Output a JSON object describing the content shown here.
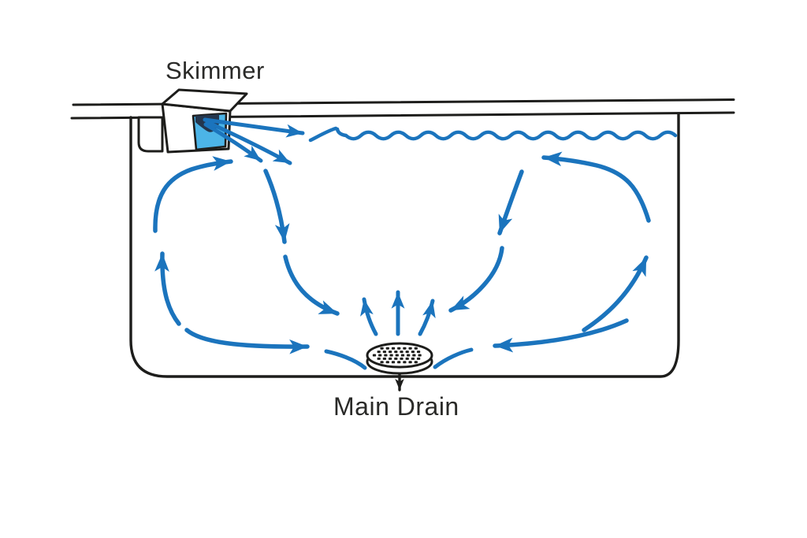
{
  "diagram": {
    "type": "pool-water-circulation-cross-section",
    "labels": {
      "skimmer": "Skimmer",
      "main_drain": "Main Drain"
    },
    "components": [
      "skimmer-box",
      "skimmer-opening",
      "skimmer-weir-flap",
      "pool-deck",
      "pool-basin",
      "water-surface-wave",
      "left-circulation-loop",
      "right-circulation-loop",
      "skimmer-outflow-jets",
      "drain-upwelling-arrows",
      "main-drain-cover",
      "drain-suction-arrow"
    ],
    "colors": {
      "background": "#ffffff",
      "arrow_blue": "#1b74bd",
      "water_light_blue": "#4cb4e7",
      "outline_black": "#1d1d1b",
      "weir_dark_navy": "#24364d",
      "text_ink": "#2a2a28"
    }
  }
}
